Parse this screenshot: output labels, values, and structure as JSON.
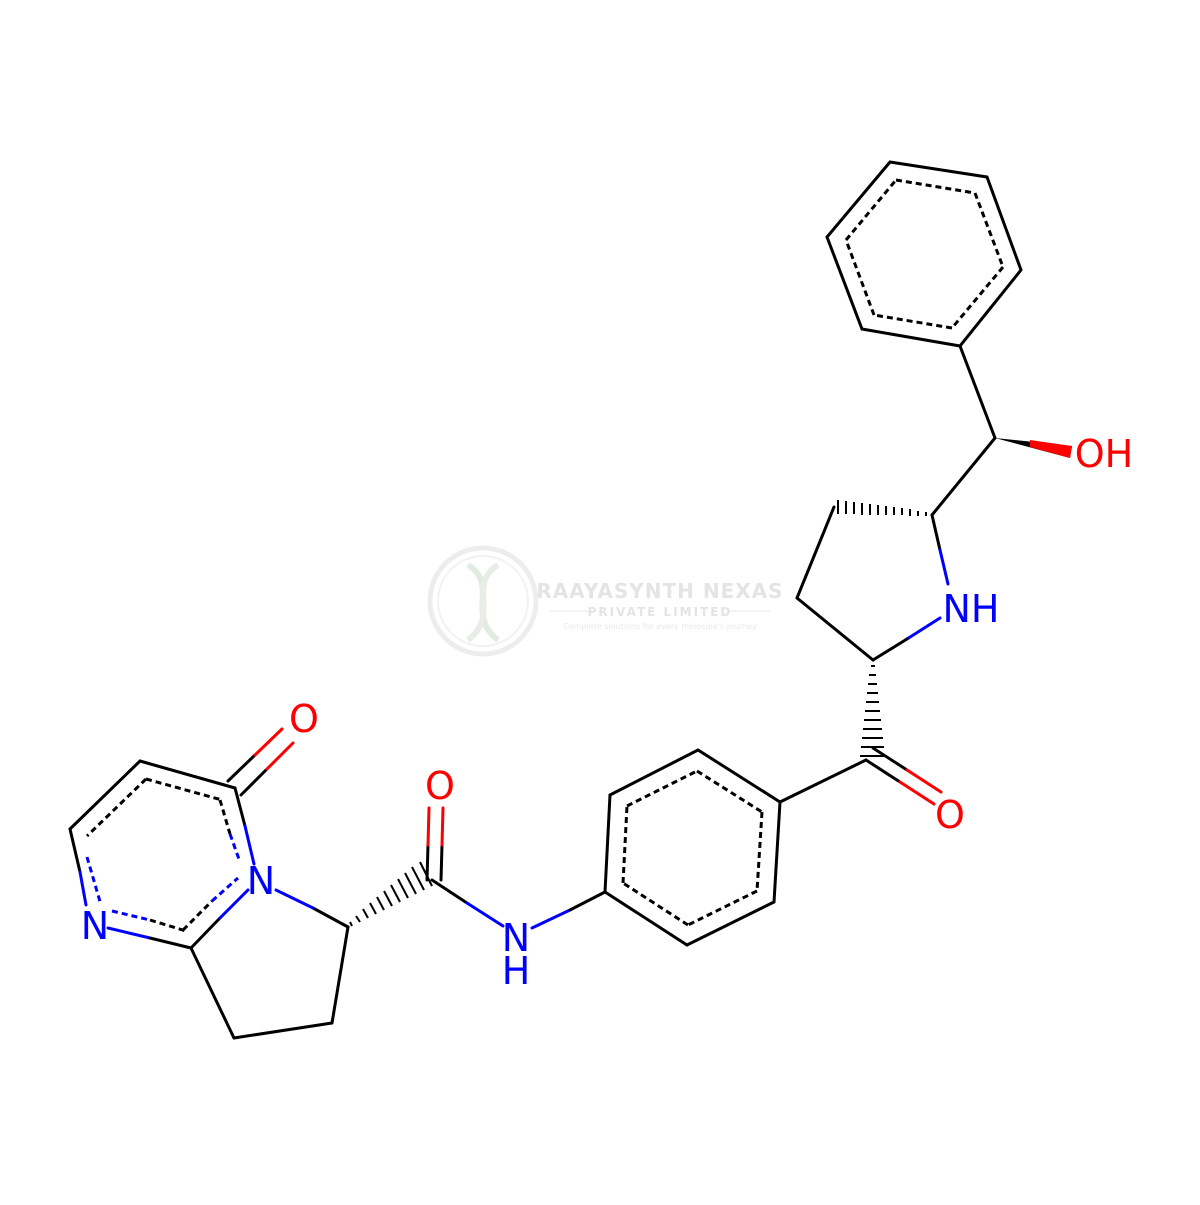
{
  "watermark": {
    "title": "RAAYASYNTH NEXAS",
    "subtitle": "PRIVATE LIMITED",
    "tagline": "Complete solutions for every molecule's journey"
  },
  "atoms": {
    "oxo_o": "O",
    "amide_o": "O",
    "ketone_o": "O",
    "hydroxyl": "OH",
    "ring_n": "N",
    "pyrimidine_n": "N",
    "amide_n": "N",
    "amide_h": "H",
    "pyrrolidine_nh": "NH"
  },
  "colors": {
    "bond": "#000000",
    "nitrogen": "#0000FF",
    "oxygen": "#FF0000"
  }
}
